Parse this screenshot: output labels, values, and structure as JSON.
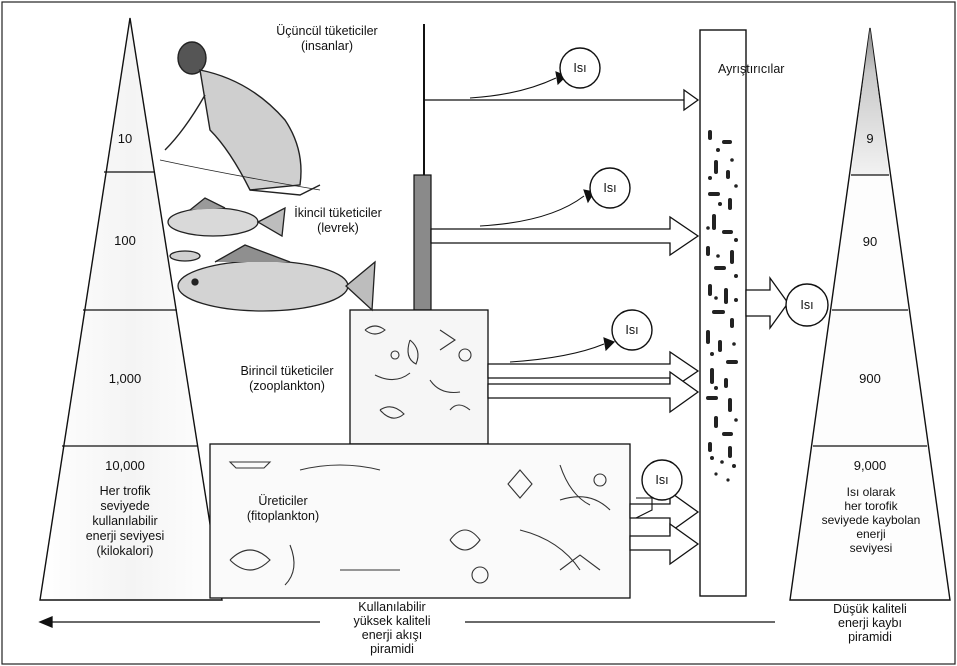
{
  "left_pyramid": {
    "levels": [
      "10",
      "100",
      "1,000",
      "10,000"
    ],
    "caption": "Her trofik\nseviyede\nkullanılabilir\nenerji seviyesi\n(kilokalori)"
  },
  "right_pyramid": {
    "levels": [
      "9",
      "90",
      "900",
      "9,000"
    ],
    "caption": "Isı olarak\nher torofik\nseviyede kaybolan\nenerji\nseviyesi"
  },
  "trophic_levels": {
    "tertiary": "Üçüncül tüketiciler\n(insanlar)",
    "secondary": "İkincil tüketiciler\n(levrek)",
    "primary": "Birincil tüketiciler\n(zooplankton)",
    "producers": "Üreticiler\n(fitoplankton)"
  },
  "decomposers": "Ayrıştırıcılar",
  "heat_label": "Isı",
  "bottom_left_caption": "Kullanılabilir\nyüksek kaliteli\nenerji akışı\npiramidi",
  "bottom_right_caption": "Düşük kaliteli\nenerji kaybı\npiramidi",
  "colors": {
    "ink": "#111111",
    "shade_dark": "#8a8a8a",
    "shade_mid": "#b5b5b5",
    "shade_light": "#e6e6e6"
  }
}
